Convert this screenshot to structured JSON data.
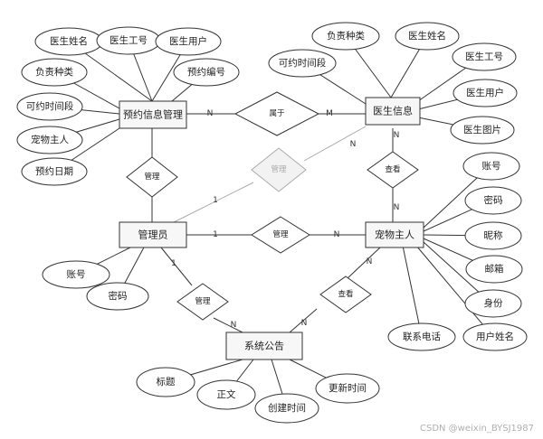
{
  "entities": {
    "booking_mgmt": "预约信息管理",
    "doctor_info": "医生信息",
    "admin": "管理员",
    "pet_owner": "宠物主人",
    "announcement": "系统公告"
  },
  "attributes": {
    "booking": [
      "医生姓名",
      "医生工号",
      "医生用户",
      "负责种类",
      "预约编号",
      "可约时间段",
      "宠物主人",
      "预约日期"
    ],
    "doctor": [
      "负责种类",
      "医生姓名",
      "可约时间段",
      "医生工号",
      "医生用户",
      "医生图片"
    ],
    "owner": [
      "账号",
      "密码",
      "昵称",
      "邮箱",
      "身份",
      "用户姓名",
      "联系电话"
    ],
    "admin": [
      "账号",
      "密码"
    ],
    "announcement": [
      "标题",
      "正文",
      "创建时间",
      "更新时间"
    ]
  },
  "relationships": {
    "belongs": "属于",
    "manage_booking": "管理",
    "manage_doctor": "管理",
    "manage_owner": "管理",
    "view_doctor": "查看",
    "manage_announce": "管理",
    "view_announce": "查看"
  },
  "cardinality": {
    "one": "1",
    "many_n": "N",
    "many_m": "M"
  },
  "watermark": "CSDN @weixin_BYSJ1987"
}
